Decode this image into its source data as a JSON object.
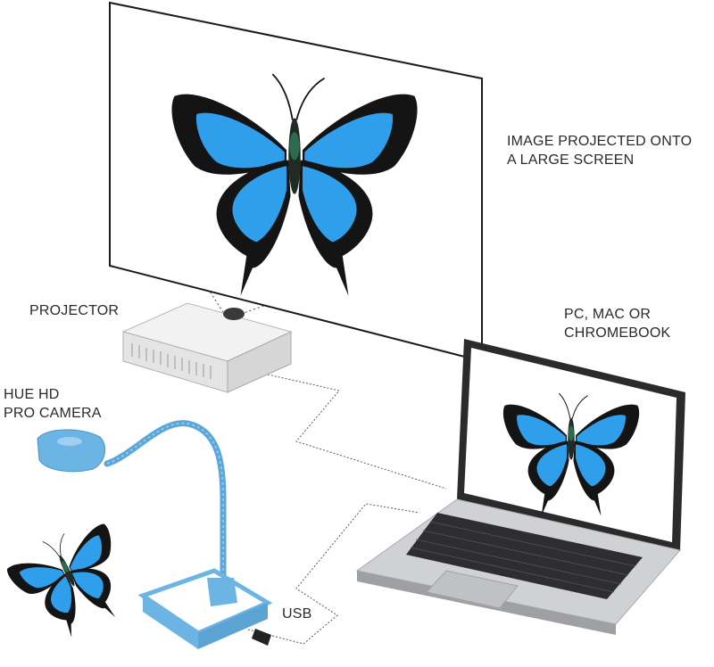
{
  "labels": {
    "screen": [
      "IMAGE PROJECTED ONTO",
      "A LARGE SCREEN"
    ],
    "projector": [
      "PROJECTOR"
    ],
    "laptop": [
      "PC, MAC OR",
      "CHROMEBOOK"
    ],
    "camera": [
      "HUE HD",
      "PRO CAMERA"
    ],
    "usb": [
      "USB"
    ]
  },
  "colors": {
    "butterfly_blue": "#2f9fec",
    "butterfly_dark": "#141414",
    "camera_blue": "#6cb4e4",
    "cable_line": "#555555",
    "laptop_silver": "#c9cbce"
  },
  "icons": {
    "screen": "projection-screen-icon",
    "projector": "projector-icon",
    "laptop": "laptop-icon",
    "camera": "document-camera-icon",
    "butterfly": "butterfly-icon"
  }
}
